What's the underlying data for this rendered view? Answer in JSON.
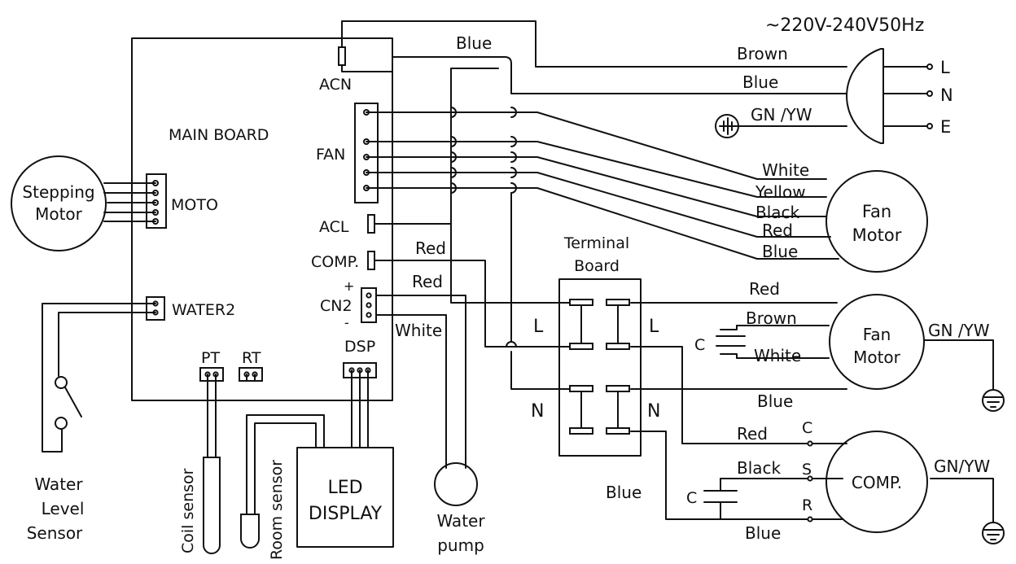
{
  "supply": {
    "voltage": "~220V-240V50Hz",
    "brown": "Brown",
    "blue": "Blue",
    "earth": "GN /YW",
    "L": "L",
    "N": "N",
    "E": "E"
  },
  "main_board": {
    "title": "MAIN BOARD",
    "acn": "ACN",
    "fan": "FAN",
    "moto": "MOTO",
    "acl": "ACL",
    "comp": "COMP.",
    "cn2": "CN2",
    "plus": "+",
    "minus": "-",
    "water2": "WATER2",
    "pt": "PT",
    "rt": "RT",
    "dsp": "DSP"
  },
  "wires": {
    "blue_top": "Blue",
    "red_comp": "Red",
    "red_cn2": "Red",
    "white_cn2": "White"
  },
  "stepping_motor": {
    "line1": "Stepping",
    "line2": "Motor"
  },
  "fan_motor_top": {
    "line1": "Fan",
    "line2": "Motor",
    "white": "White",
    "yellow": "Yellow",
    "black": "Black",
    "red": "Red",
    "blue": "Blue"
  },
  "terminal_board": {
    "line1": "Terminal",
    "line2": "Board",
    "L_left": "L",
    "L_right": "L",
    "N_left": "N",
    "N_right": "N"
  },
  "fan_motor_out": {
    "line1": "Fan",
    "line2": "Motor",
    "red": "Red",
    "brown": "Brown",
    "white": "White",
    "cap": "C",
    "blue": "Blue",
    "earth": "GN /YW"
  },
  "compressor": {
    "label": "COMP.",
    "red": "Red",
    "black": "Black",
    "blue_left": "Blue",
    "blue_bottom": "Blue",
    "c": "C",
    "s": "S",
    "r": "R",
    "cap": "C",
    "earth": "GN/YW"
  },
  "sensors": {
    "water_level_1": "Water",
    "water_level_2": "Level",
    "water_level_3": "Sensor",
    "coil": "Coil sensor",
    "room": "Room sensor"
  },
  "led_display": {
    "line1": "LED",
    "line2": "DISPLAY"
  },
  "water_pump": {
    "line1": "Water",
    "line2": "pump"
  }
}
